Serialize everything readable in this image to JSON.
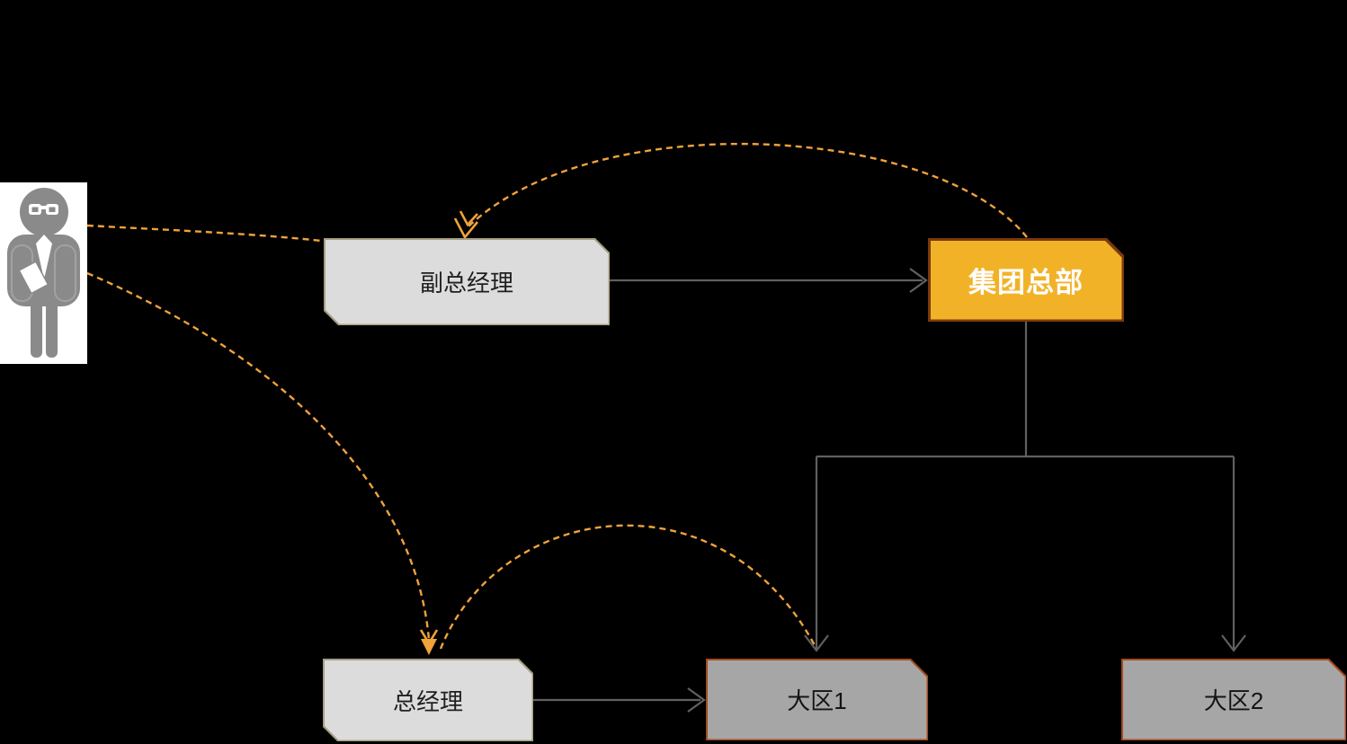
{
  "diagram": {
    "background": "#000000",
    "nodes": {
      "vice_gm": {
        "label": "副总经理",
        "style": "light-gray-beveled"
      },
      "hq": {
        "label": "集团总部",
        "style": "yellow-highlight-beveled"
      },
      "gm": {
        "label": "总经理",
        "style": "light-gray-beveled"
      },
      "region1": {
        "label": "大区1",
        "style": "dark-gray-beveled"
      },
      "region2": {
        "label": "大区2",
        "style": "dark-gray-beveled"
      }
    },
    "person": {
      "description": "businessman clipart with glasses and notepad on white card"
    },
    "edges": [
      {
        "from": "vice_gm",
        "to": "hq",
        "style": "solid-gray-straight-arrow"
      },
      {
        "from": "hq",
        "to": "region1",
        "style": "solid-gray-elbow-arrow"
      },
      {
        "from": "hq",
        "to": "region2",
        "style": "solid-gray-elbow-arrow"
      },
      {
        "from": "gm",
        "to": "region1",
        "style": "solid-gray-straight-arrow"
      },
      {
        "from": "hq",
        "to": "vice_gm",
        "style": "orange-dashed-curve-arrow"
      },
      {
        "from": "person",
        "to": "vice_gm",
        "style": "orange-dashed-curve"
      },
      {
        "from": "person",
        "to": "gm",
        "style": "orange-dashed-curve-arrow"
      },
      {
        "from": "gm",
        "to": "region1",
        "style": "orange-dashed-curve"
      }
    ],
    "colors": {
      "light_box_fill": "#dcdcdc",
      "light_box_border": "#a79f82",
      "highlight_fill": "#f2b228",
      "highlight_border": "#7b3a0f",
      "highlight_text": "#ffffff",
      "dark_box_fill": "#a6a6a6",
      "dark_box_border": "#a54b20",
      "connector_gray": "#606060",
      "connector_orange": "#f0a23b",
      "person_gray": "#8a8a8a",
      "node_text": "#1f1f1f"
    }
  }
}
